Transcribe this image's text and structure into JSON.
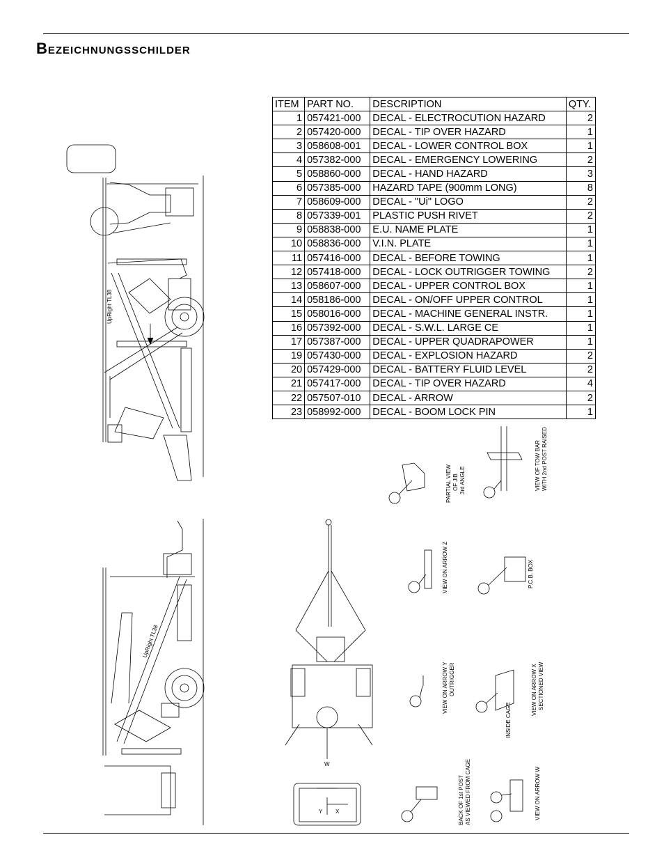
{
  "page": {
    "title": "Bezeichnungsschilder"
  },
  "table": {
    "headers": [
      "ITEM",
      "PART NO.",
      "DESCRIPTION",
      "QTY."
    ],
    "rows": [
      [
        "1",
        "057421-000",
        "DECAL - ELECTROCUTION HAZARD",
        "2"
      ],
      [
        "2",
        "057420-000",
        "DECAL - TIP OVER HAZARD",
        "1"
      ],
      [
        "3",
        "058608-001",
        "DECAL - LOWER CONTROL BOX",
        "1"
      ],
      [
        "4",
        "057382-000",
        "DECAL - EMERGENCY LOWERING",
        "2"
      ],
      [
        "5",
        "058860-000",
        "DECAL - HAND HAZARD",
        "3"
      ],
      [
        "6",
        "057385-000",
        "HAZARD TAPE (900mm LONG)",
        "8"
      ],
      [
        "7",
        "058609-000",
        "DECAL - \"Ui\" LOGO",
        "2"
      ],
      [
        "8",
        "057339-001",
        "PLASTIC PUSH RIVET",
        "2"
      ],
      [
        "9",
        "058838-000",
        "E.U. NAME PLATE",
        "1"
      ],
      [
        "10",
        "058836-000",
        "V.I.N. PLATE",
        "1"
      ],
      [
        "11",
        "057416-000",
        "DECAL - BEFORE TOWING",
        "1"
      ],
      [
        "12",
        "057418-000",
        "DECAL - LOCK OUTRIGGER TOWING",
        "2"
      ],
      [
        "13",
        "058607-000",
        "DECAL - UPPER CONTROL BOX",
        "1"
      ],
      [
        "14",
        "058186-000",
        "DECAL - ON/OFF UPPER CONTROL",
        "1"
      ],
      [
        "15",
        "058016-000",
        "DECAL - MACHINE GENERAL INSTR.",
        "1"
      ],
      [
        "16",
        "057392-000",
        "DECAL - S.W.L. LARGE CE",
        "1"
      ],
      [
        "17",
        "057387-000",
        "DECAL - UPPER QUADRAPOWER",
        "1"
      ],
      [
        "19",
        "057430-000",
        "DECAL - EXPLOSION HAZARD",
        "2"
      ],
      [
        "20",
        "057429-000",
        "DECAL - BATTERY FLUID LEVEL",
        "2"
      ],
      [
        "21",
        "057417-000",
        "DECAL - TIP OVER HAZARD",
        "4"
      ],
      [
        "22",
        "057507-010",
        "DECAL - ARROW",
        "2"
      ],
      [
        "23",
        "058992-000",
        "DECAL - BOOM LOCK PIN",
        "1"
      ]
    ]
  },
  "drawing": {
    "brand_text": "UpRight TL38",
    "captions": {
      "partial_view": [
        "PARTIAL VIEW",
        "OF JIB",
        "3rd ANGLE"
      ],
      "tow_bar_view": [
        "VIEW OF TOW BAR",
        "WITH 2nd POST RAISED"
      ],
      "arrow_z": "VIEW ON ARROW Z",
      "pcb_box": "P.C.B. BOX",
      "arrow_y": [
        "VIEW ON ARROW Y",
        "OUTRIGGER"
      ],
      "arrow_x": [
        "VIEW ON ARROW X",
        "SECTIONED VIEW"
      ],
      "inside_cage": "INSIDE CAGE",
      "back_post": [
        "BACK OF 1st POST",
        "AS VIEWED FROM CAGE"
      ],
      "arrow_w": "VIEW ON ARROW W"
    },
    "arrow_letters": {
      "w": "W",
      "y": "Y",
      "x": "X"
    }
  }
}
